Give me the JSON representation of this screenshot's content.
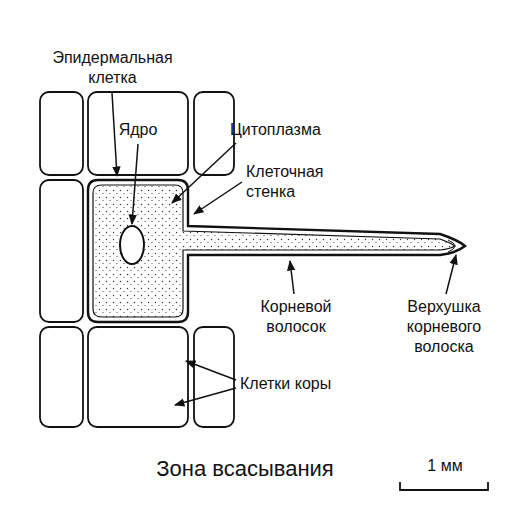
{
  "diagram": {
    "caption": "Зона всасывания",
    "labels": [
      "Эпидермальная клетка",
      "Ядро",
      "Цитоплазма",
      "Клеточная стенка",
      "Корневой волосок",
      "Верхушка корневого волоска",
      "Клетки коры",
      "1 мм"
    ]
  }
}
